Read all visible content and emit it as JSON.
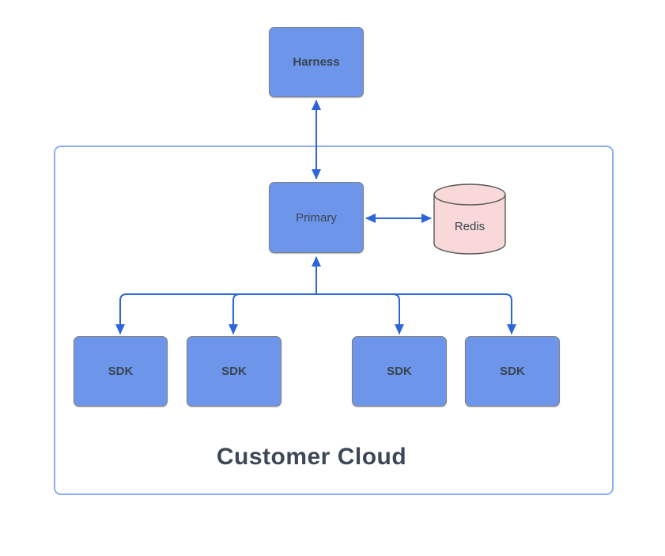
{
  "nodes": {
    "harness": {
      "label": "Harness"
    },
    "primary": {
      "label": "Primary"
    },
    "redis": {
      "label": "Redis"
    }
  },
  "sdk_nodes": [
    {
      "label": "SDK"
    },
    {
      "label": "SDK"
    },
    {
      "label": "SDK"
    },
    {
      "label": "SDK"
    }
  ],
  "container": {
    "label": "Customer Cloud"
  },
  "colors": {
    "node_fill": "#6d96eb",
    "node_border": "#7f7f7f",
    "connector": "#2b65d9",
    "container_border": "#8aaef2",
    "redis_fill": "#f8d8d8",
    "redis_border": "#595959",
    "label_text": "#39434f",
    "container_label_text": "#3d4757",
    "background": "#ffffff"
  }
}
